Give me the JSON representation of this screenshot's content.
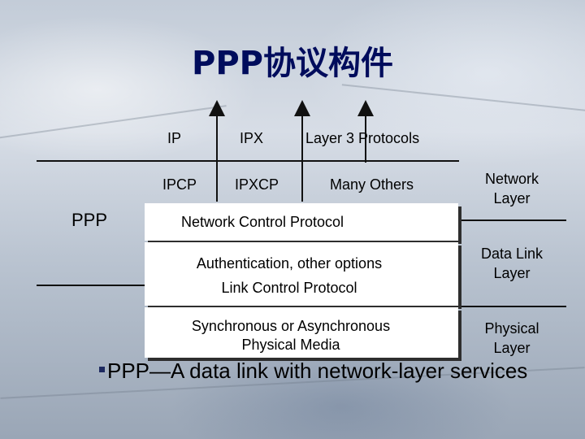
{
  "title": "PPP协议构件",
  "top_protocols": {
    "ip": "IP",
    "ipx": "IPX",
    "layer3": "Layer 3  Protocols"
  },
  "ncp_items": {
    "ipcp": "IPCP",
    "ipxcp": "IPXCP",
    "many_others": "Many Others"
  },
  "ppp_label": "PPP",
  "boxes": {
    "ncp": "Network Control Protocol",
    "auth": "Authentication, other options",
    "lcp": "Link Control Protocol",
    "phys_line1": "Synchronous or Asynchronous",
    "phys_line2": "Physical Media"
  },
  "layers": {
    "network_1": "Network",
    "network_2": "Layer",
    "datalink_1": "Data Link",
    "datalink_2": "Layer",
    "physical_1": "Physical",
    "physical_2": "Layer"
  },
  "bullet": "PPP—A data link with network-layer services"
}
